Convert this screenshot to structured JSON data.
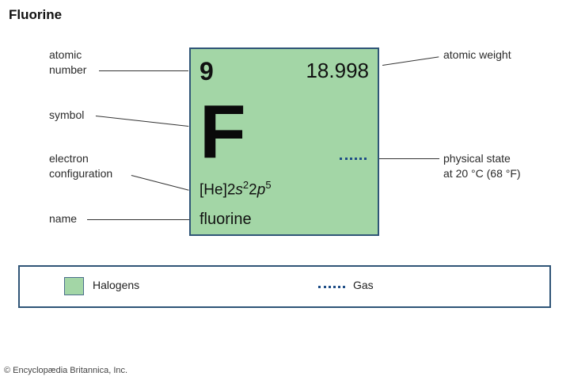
{
  "title": "Fluorine",
  "element": {
    "atomic_number": "9",
    "atomic_weight": "18.998",
    "symbol": "F",
    "electron_configuration": {
      "core": "[He]2",
      "s": "s",
      "s_exp": "2",
      "mid": "2",
      "p": "p",
      "p_exp": "5"
    },
    "name": "fluorine",
    "box_color": "#a3d6a6",
    "border_color": "#2f5577"
  },
  "labels": {
    "atomic_number_line1": "atomic",
    "atomic_number_line2": "number",
    "symbol": "symbol",
    "electron_config_line1": "electron",
    "electron_config_line2": "configuration",
    "name": "name",
    "atomic_weight": "atomic weight",
    "physical_state_line1": "physical state",
    "physical_state_line2": "at 20 °C (68 °F)"
  },
  "legend": {
    "category_label": "Halogens",
    "category_color": "#a3d6a6",
    "state_label": "Gas",
    "state_line_color": "#1e4d86"
  },
  "credit": "© Encyclopædia Britannica, Inc."
}
